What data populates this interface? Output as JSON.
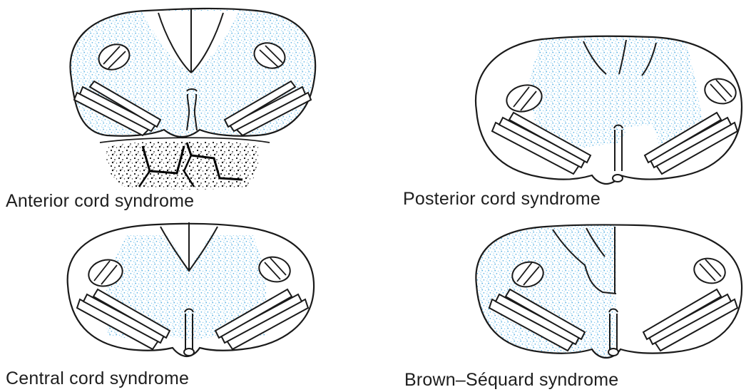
{
  "colors": {
    "outline": "#1a1a1a",
    "lesion_stipple": "#58b4e6",
    "bone_fragments": "#111111",
    "background": "#ffffff"
  },
  "panels": [
    {
      "id": "anterior",
      "caption": "Anterior cord syndrome"
    },
    {
      "id": "posterior",
      "caption": "Posterior cord syndrome"
    },
    {
      "id": "central",
      "caption": "Central cord syndrome"
    },
    {
      "id": "brown",
      "caption": "Brown–Séquard syndrome"
    }
  ]
}
